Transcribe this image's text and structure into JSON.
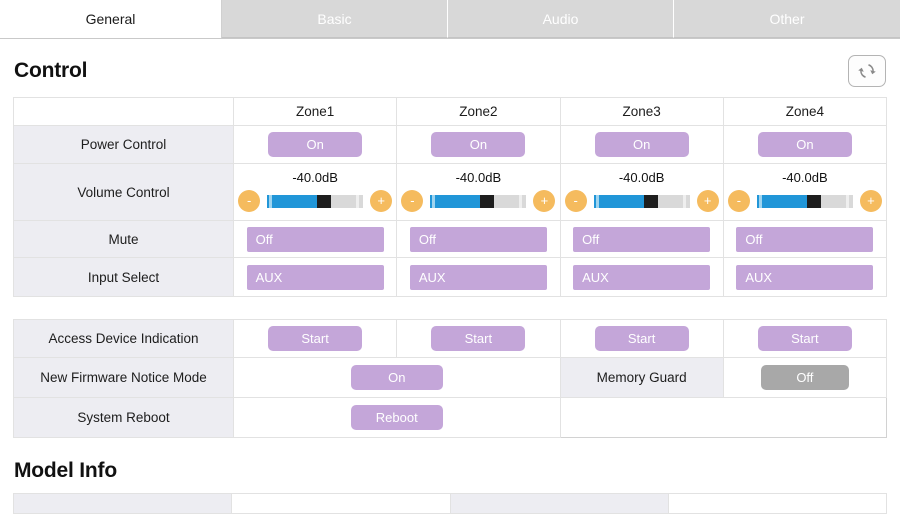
{
  "tabs": [
    {
      "label": "General",
      "active": true
    },
    {
      "label": "Basic",
      "active": false
    },
    {
      "label": "Audio",
      "active": false
    },
    {
      "label": "Other",
      "active": false
    }
  ],
  "control": {
    "title": "Control",
    "refresh_icon": "refresh-icon",
    "zones": [
      "Zone1",
      "Zone2",
      "Zone3",
      "Zone4"
    ],
    "rows": {
      "power": {
        "label": "Power Control",
        "values": [
          "On",
          "On",
          "On",
          "On"
        ]
      },
      "volume": {
        "label": "Volume Control",
        "values": [
          "-40.0dB",
          "-40.0dB",
          "-40.0dB",
          "-40.0dB"
        ],
        "minus_label": "-",
        "plus_label": "+",
        "fill_percent": 55
      },
      "mute": {
        "label": "Mute",
        "values": [
          "Off",
          "Off",
          "Off",
          "Off"
        ]
      },
      "input_select": {
        "label": "Input Select",
        "values": [
          "AUX",
          "AUX",
          "AUX",
          "AUX"
        ]
      }
    }
  },
  "system": {
    "access_device_indication": {
      "label": "Access Device Indication",
      "values": [
        "Start",
        "Start",
        "Start",
        "Start"
      ]
    },
    "new_firmware_notice_mode": {
      "label": "New Firmware Notice Mode",
      "value": "On"
    },
    "memory_guard": {
      "label": "Memory Guard",
      "value": "Off"
    },
    "system_reboot": {
      "label": "System Reboot",
      "value": "Reboot"
    }
  },
  "model_info": {
    "title": "Model Info"
  },
  "colors": {
    "accent_purple": "#c4a6d9",
    "accent_orange": "#f5bb5e",
    "slider_blue": "#2196d8",
    "gray_button": "#a8a8a8",
    "tab_inactive": "#d8d8d8",
    "label_bg": "#ededf2"
  }
}
